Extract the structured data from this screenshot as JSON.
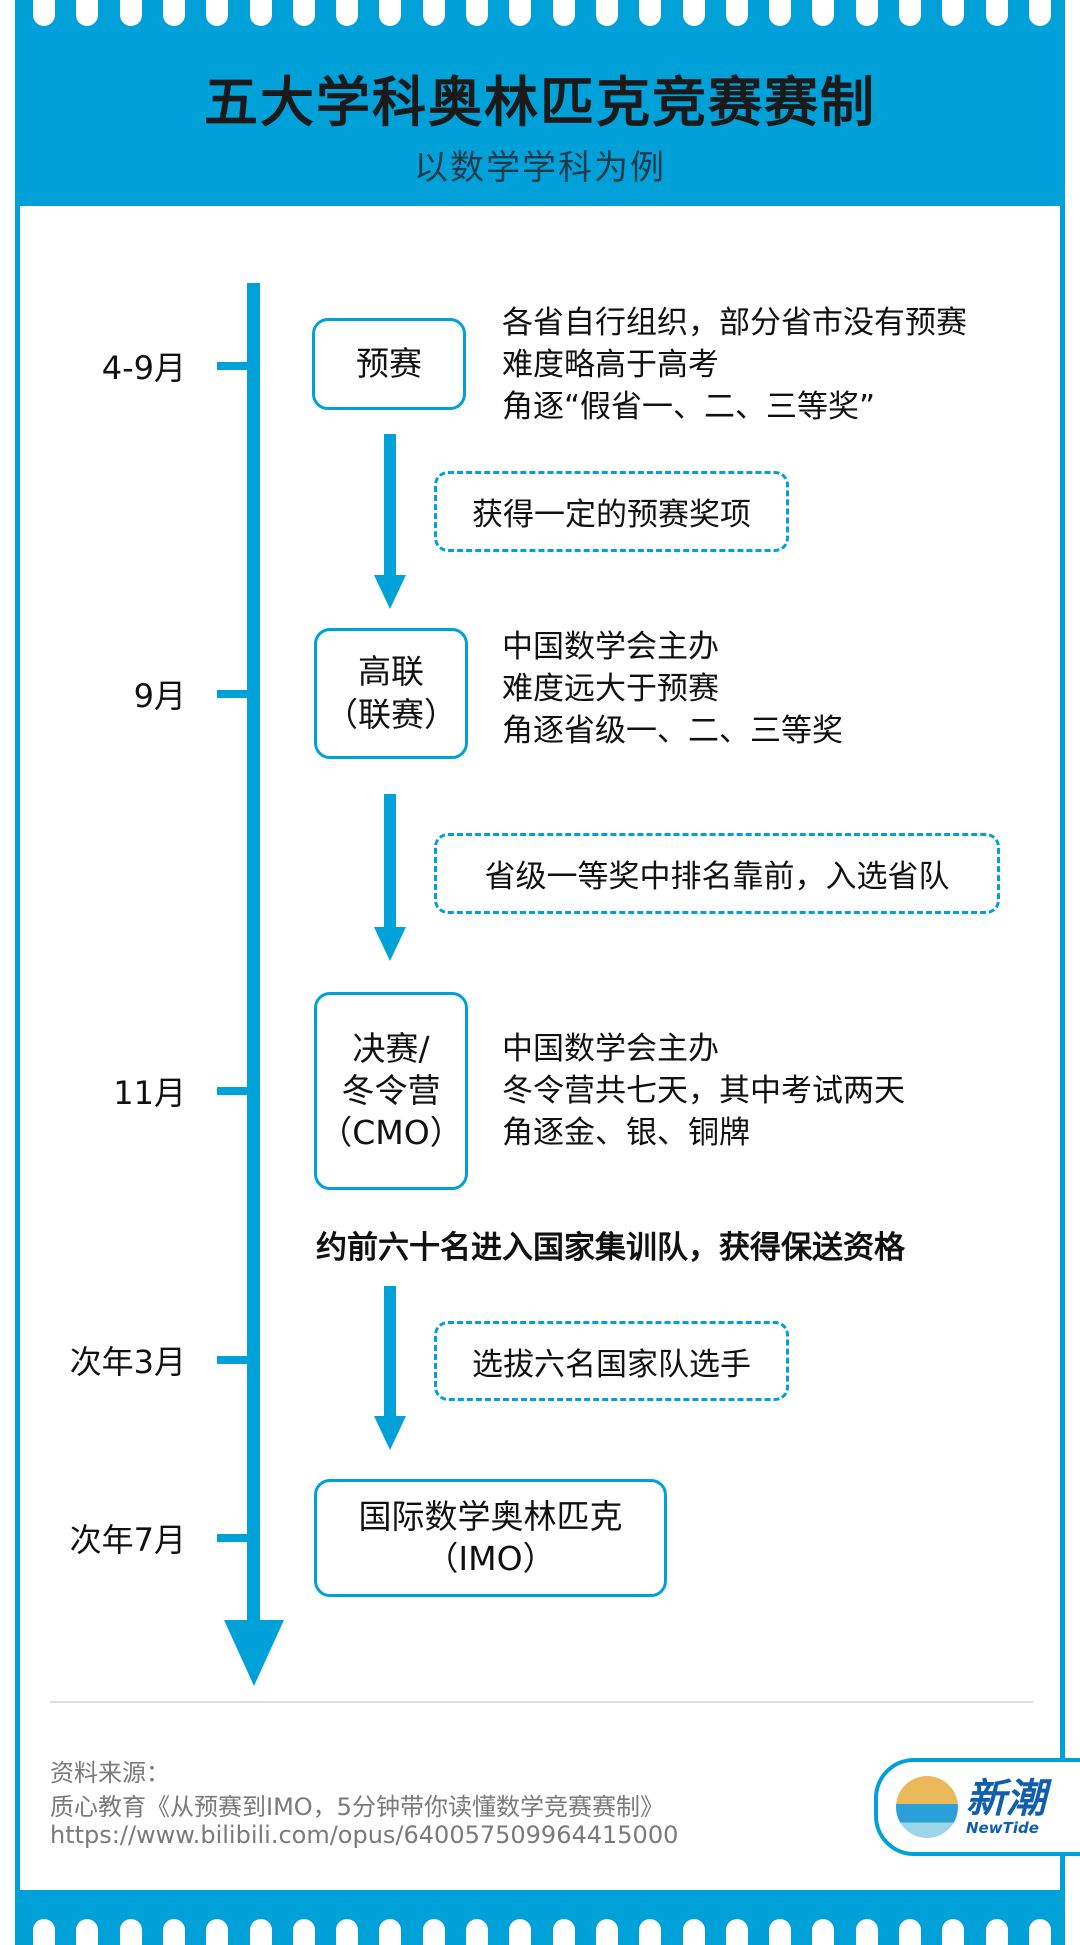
{
  "header": {
    "title": "五大学科奥林匹克竞赛赛制",
    "subtitle": "以数学学科为例"
  },
  "timeline": [
    {
      "month": "4-9月",
      "stage": [
        "预赛"
      ],
      "desc": [
        "各省自行组织，部分省市没有预赛",
        "难度略高于高考",
        "角逐“假省一、二、三等奖”"
      ]
    },
    {
      "month": "9月",
      "stage": [
        "高联",
        "（联赛）"
      ],
      "desc": [
        "中国数学会主办",
        "难度远大于预赛",
        "角逐省级一、二、三等奖"
      ]
    },
    {
      "month": "11月",
      "stage": [
        "决赛/",
        "冬令营",
        "（CMO）"
      ],
      "desc": [
        "中国数学会主办",
        "冬令营共七天，其中考试两天",
        "角逐金、银、铜牌"
      ]
    },
    {
      "month": "次年3月"
    },
    {
      "month": "次年7月",
      "stage": [
        "国际数学奥林匹克",
        "（IMO）"
      ]
    }
  ],
  "transitions": [
    "获得一定的预赛奖项",
    "省级一等奖中排名靠前，入选省队",
    "选拔六名国家队选手"
  ],
  "highlight": "约前六十名进入国家集训队，获得保送资格",
  "source": {
    "label": "资料来源：",
    "ref": "质心教育《从预赛到IMO，5分钟带你读懂数学竞赛赛制》",
    "url": "https://www.bilibili.com/opus/640057509964415000"
  },
  "logo": {
    "cn": "新潮",
    "en": "NewTide"
  },
  "colors": {
    "accent": "#00a0d9"
  }
}
